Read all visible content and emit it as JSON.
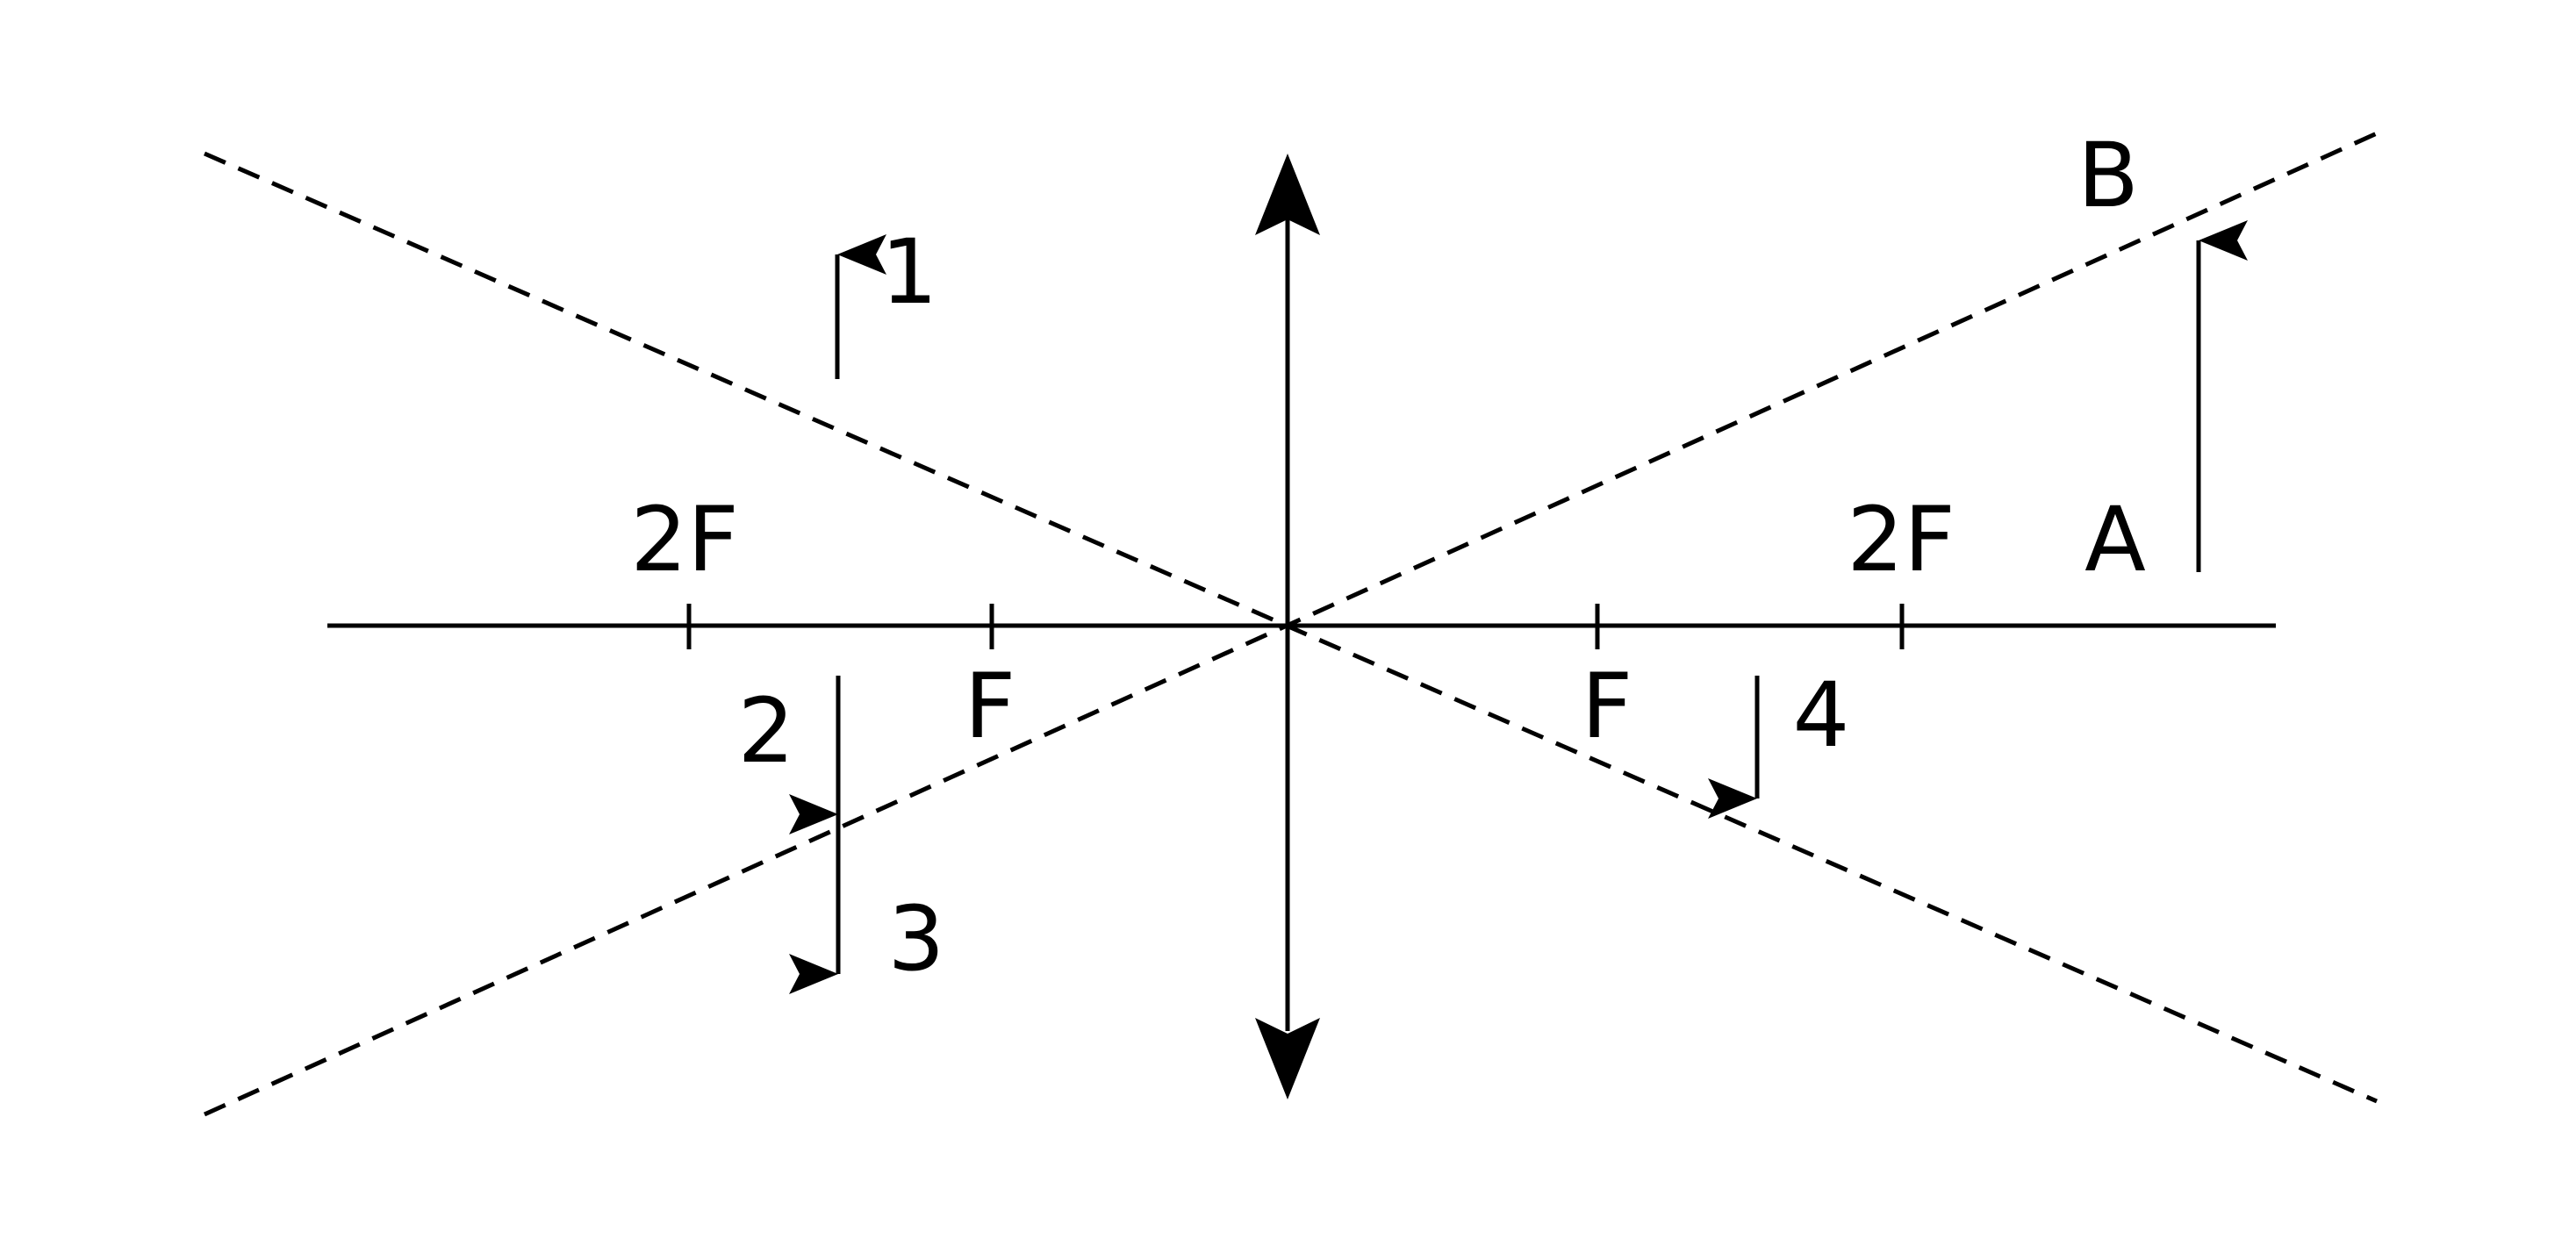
{
  "diagram": {
    "labels": {
      "two_f_left": "2F",
      "f_left": "F",
      "f_right": "F",
      "two_f_right": "2F",
      "point_a": "A",
      "point_b": "B",
      "arrow_1": "1",
      "arrow_2": "2",
      "arrow_3": "3",
      "arrow_4": "4"
    },
    "colors": {
      "stroke": "#000000",
      "background": "#ffffff"
    }
  }
}
